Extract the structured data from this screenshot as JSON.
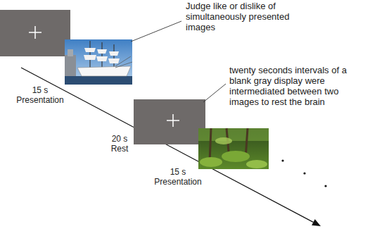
{
  "diagram": {
    "labels": [
      "Judge like or dislike of simultaneously presented images",
      "twenty seconds intervals of a blank gray display were intermediated between two images to rest the brain",
      "15 s Presentation",
      "20 s Rest",
      "15 s Presentation"
    ]
  }
}
